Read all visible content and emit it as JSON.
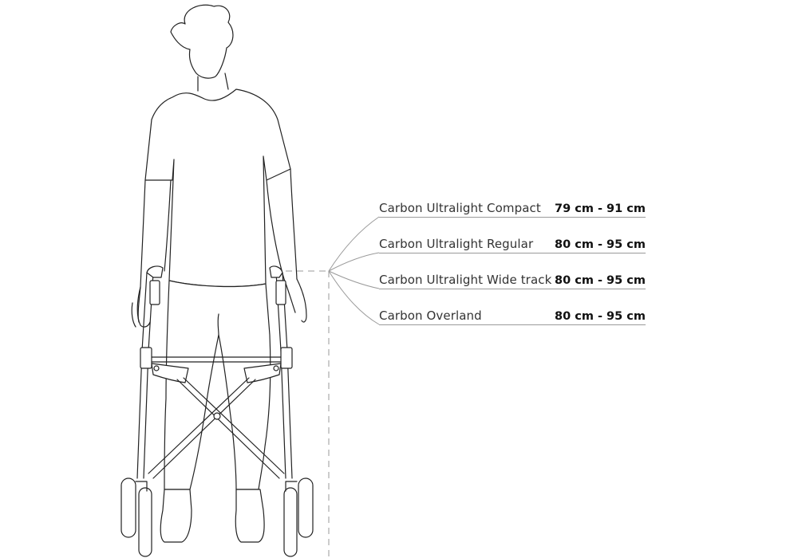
{
  "specs": [
    {
      "model": "Carbon Ultralight Compact",
      "range": "79 cm - 91 cm"
    },
    {
      "model": "Carbon Ultralight Regular",
      "range": "80 cm - 95 cm"
    },
    {
      "model": "Carbon Ultralight Wide track",
      "range": "80 cm - 95 cm"
    },
    {
      "model": "Carbon Overland",
      "range": "80 cm - 95 cm"
    }
  ],
  "colors": {
    "line": "#222222",
    "guide": "#9a9a9a",
    "background": "#ffffff"
  },
  "icons": {
    "illustration": "person-with-rollator-illustration"
  }
}
